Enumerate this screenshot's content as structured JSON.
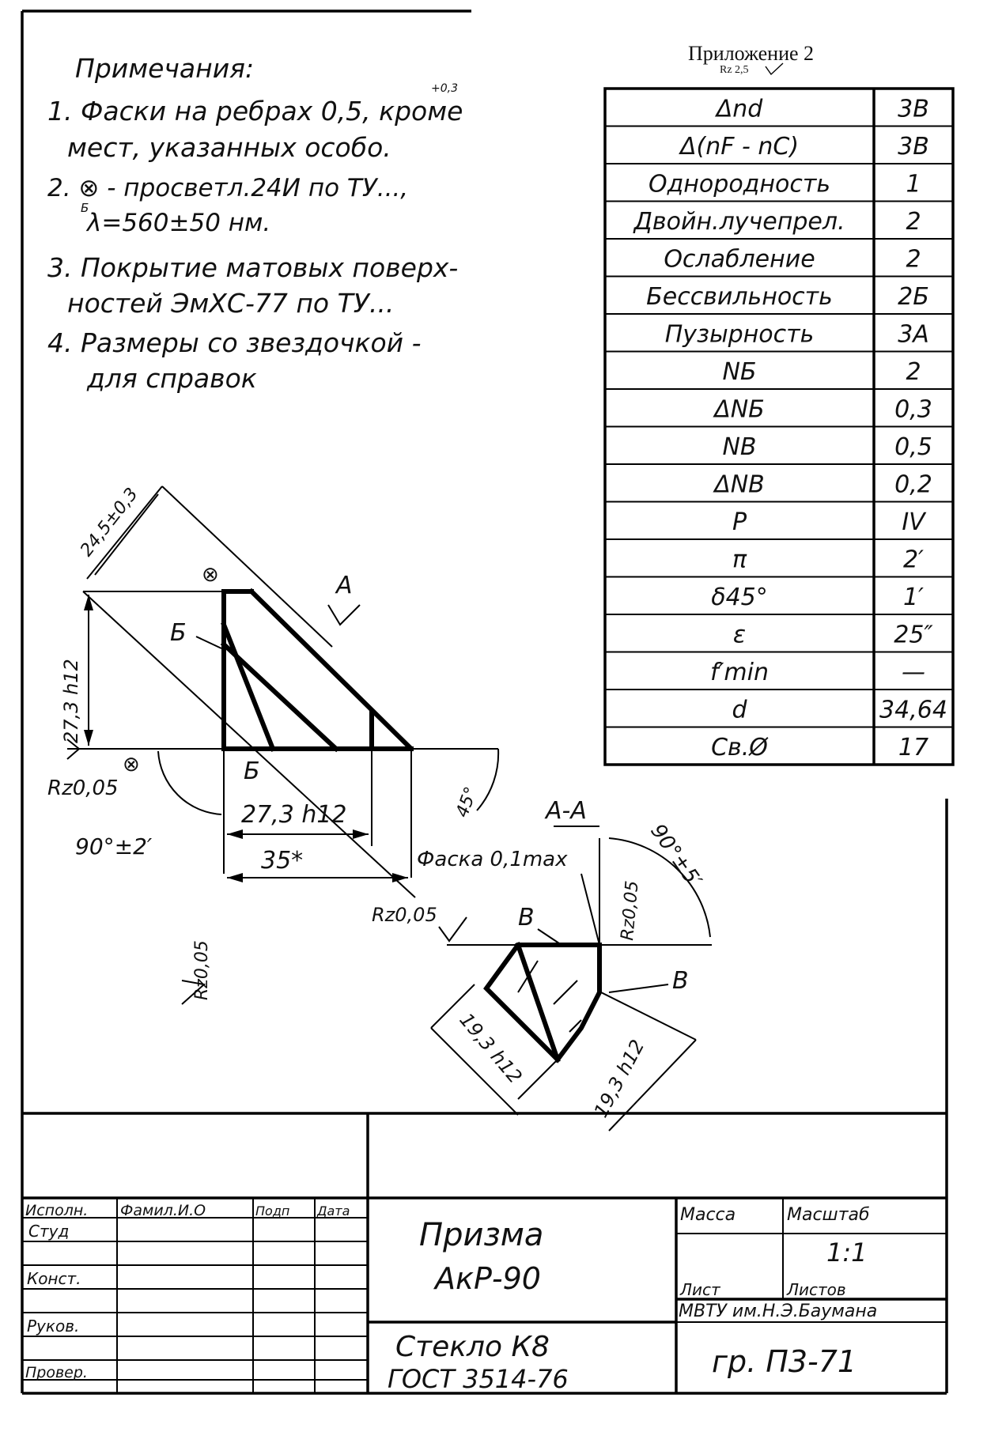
{
  "header": {
    "appendix": "Приложение 2",
    "roughness_corner": "Rz 2,5"
  },
  "notes": {
    "title": "Примечания:",
    "lines": [
      "1. Фаски на ребрах 0,5, кроме",
      "мест, указанных особо.",
      "2. ⊗ - просветл.24И по ТУ...,",
      "λ=560±50 нм.",
      "3. Покрытие матовых поверх-",
      "ностей ЭмХС-77 по ТУ...",
      "4. Размеры со звездочкой -",
      "для справок"
    ],
    "superscript": "+0,3",
    "subscript": "Б"
  },
  "requirements_table": {
    "rows": [
      {
        "param": "Δnd",
        "value": "3В"
      },
      {
        "param": "Δ(nF - nC)",
        "value": "3В"
      },
      {
        "param": "Однородность",
        "value": "1"
      },
      {
        "param": "Двойн.лучепрел.",
        "value": "2"
      },
      {
        "param": "Ослабление",
        "value": "2"
      },
      {
        "param": "Бессвильность",
        "value": "2Б"
      },
      {
        "param": "Пузырность",
        "value": "3А"
      },
      {
        "param": "NБ",
        "value": "2"
      },
      {
        "param": "ΔNБ",
        "value": "0,3"
      },
      {
        "param": "NВ",
        "value": "0,5"
      },
      {
        "param": "ΔNВ",
        "value": "0,2"
      },
      {
        "param": "P",
        "value": "IV"
      },
      {
        "param": "π",
        "value": "2′"
      },
      {
        "param": "δ45°",
        "value": "1′"
      },
      {
        "param": "ε",
        "value": "25″"
      },
      {
        "param": "f′min",
        "value": "—"
      },
      {
        "param": "d",
        "value": "34,64"
      },
      {
        "param": "Св.Ø",
        "value": "17"
      }
    ]
  },
  "drawing": {
    "dims": {
      "diag": "24,5±0,3",
      "height": "27,3 h12",
      "width": "27,3 h12",
      "base": "35*",
      "angle_right": "45°",
      "angle_left": "90°±2′",
      "rz_left": "Rz0,05",
      "rz_bottom": "Rz0,05",
      "chamfer": "Фаска 0,1max",
      "rz_section_left": "Rz0,05",
      "rz_section_right": "Rz0,05",
      "section_angle": "90°±5′",
      "sec_dim_left": "19,3 h12",
      "sec_dim_right": "19,3 h12"
    },
    "labels": {
      "A": "A",
      "B_face": "Б",
      "B_face2": "Б",
      "section": "А-А",
      "V1": "В",
      "V2": "В",
      "lens1": "⊗",
      "lens2": "⊗"
    }
  },
  "title_block": {
    "col_headers": [
      "Исполн.",
      "Фамил.И.О",
      "Подп",
      "Дата"
    ],
    "row_labels": [
      "Студ",
      "Конст.",
      "Руков.",
      "Провер."
    ],
    "name": "Призма",
    "code": "АкР-90",
    "material_1": "Стекло К8",
    "material_2": "ГОСТ 3514-76",
    "mass_label": "Масса",
    "scale_label": "Масштаб",
    "scale_value": "1:1",
    "sheet_label": "Лист",
    "sheets_label": "Листов",
    "org": "МВТУ им.Н.Э.Баумана",
    "group": "гр. П3-71"
  }
}
